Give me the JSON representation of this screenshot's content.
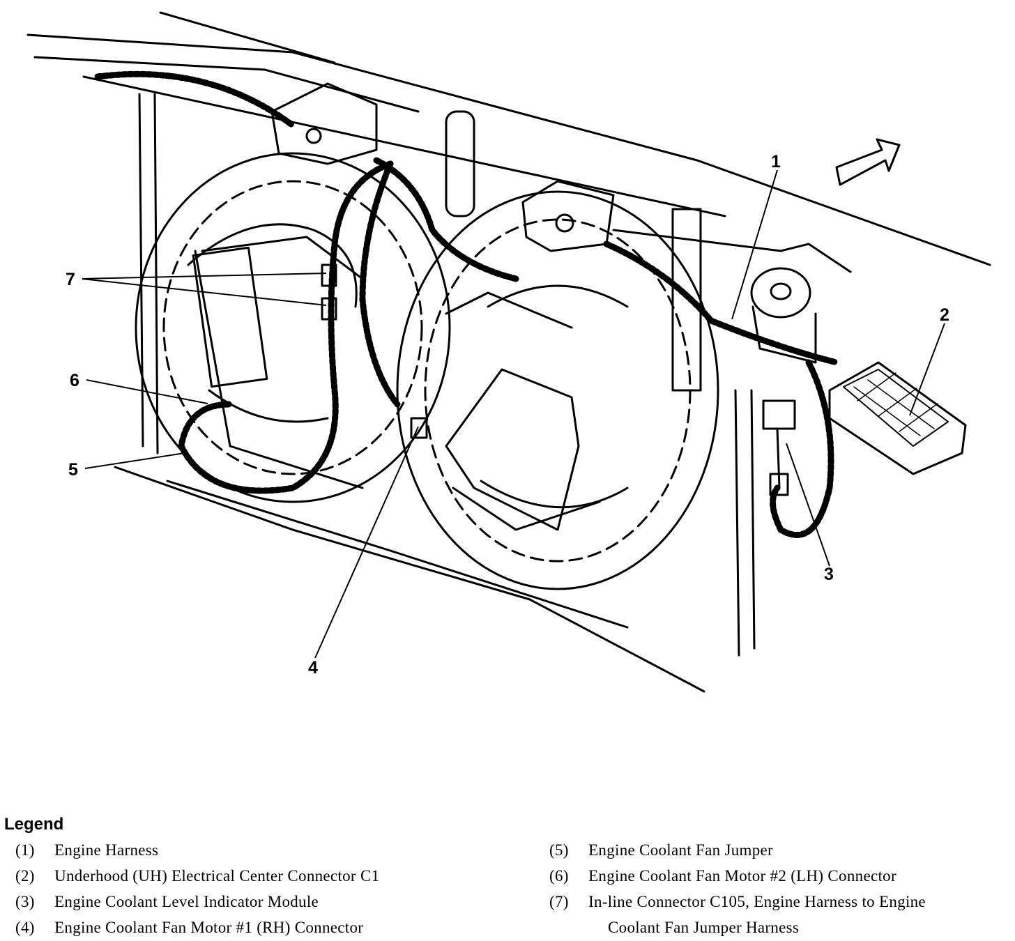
{
  "callouts": [
    "1",
    "2",
    "3",
    "4",
    "5",
    "6",
    "7"
  ],
  "legend": {
    "title": "Legend",
    "items": [
      {
        "num": "(1)",
        "text": "Engine Harness"
      },
      {
        "num": "(2)",
        "text": "Underhood (UH) Electrical Center Connector C1"
      },
      {
        "num": "(3)",
        "text": "Engine Coolant Level Indicator Module"
      },
      {
        "num": "(4)",
        "text": "Engine Coolant Fan Motor #1 (RH) Connector"
      },
      {
        "num": "(5)",
        "text": "Engine Coolant Fan Jumper"
      },
      {
        "num": "(6)",
        "text": "Engine Coolant Fan Motor #2 (LH) Connector"
      },
      {
        "num": "(7)",
        "text": "In-line Connector C105, Engine Harness to Engine",
        "cont": "Coolant Fan Jumper Harness"
      }
    ]
  }
}
